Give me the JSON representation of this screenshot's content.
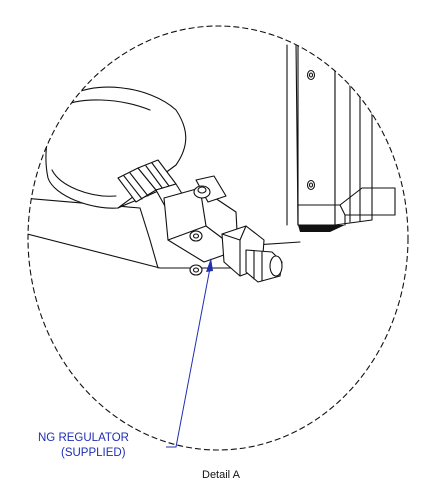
{
  "callout": {
    "line1": "NG REGULATOR",
    "line2": "(SUPPLIED)",
    "color": "#1f2fb0"
  },
  "caption": {
    "text": "Detail A"
  },
  "colors": {
    "ink": "#111111",
    "paper": "#ffffff"
  }
}
